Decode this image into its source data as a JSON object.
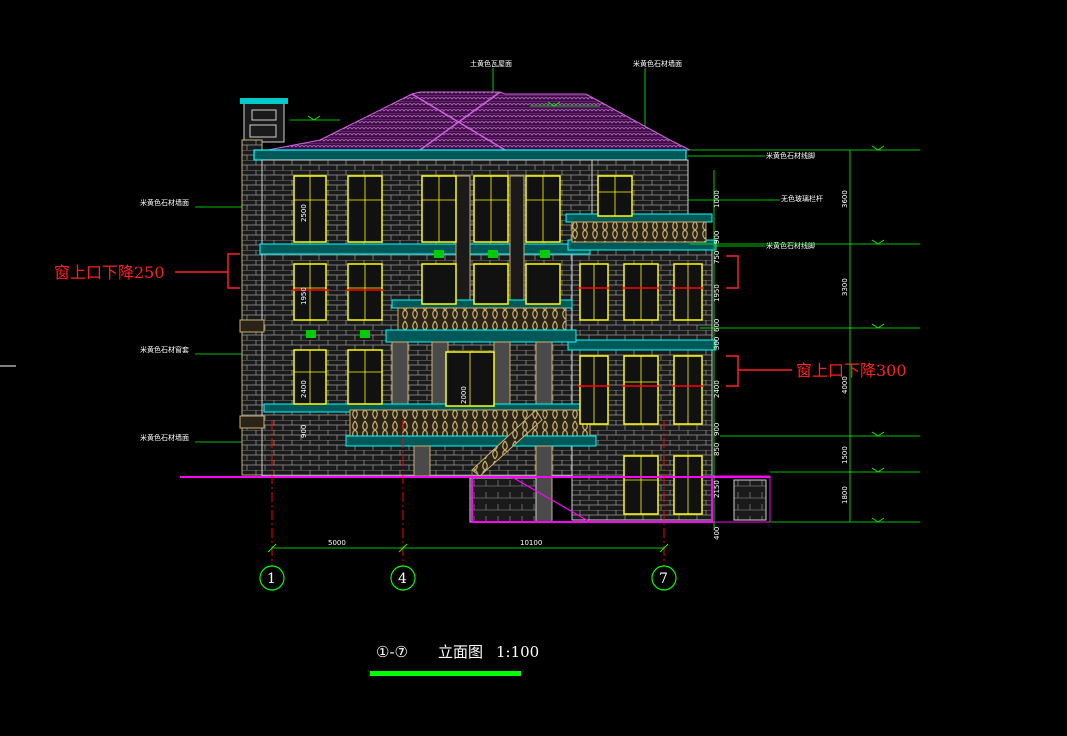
{
  "drawing": {
    "title_axes": "①-⑦",
    "title_text": "立面图",
    "title_scale": "1:100",
    "colors": {
      "background": "#000000",
      "roof": "#d060e0",
      "wall": "#b0b0b0",
      "cornice": "#00ffff",
      "window": "#ffff00",
      "dim_line": "#00ff00",
      "axis_line": "#ff0000",
      "callout": "#ff2020",
      "ground": "#ff00ff",
      "title_underline": "#00ff00"
    }
  },
  "callouts": {
    "left": "窗上口下降250",
    "right": "窗上口下降300"
  },
  "material_notes": {
    "roof": "土黄色瓦屋面",
    "top_wall": "米黄色石材墙面",
    "cornice_right": "米黄色石材线脚",
    "glass_rail": "无色玻璃栏杆",
    "cornice_right_2": "米黄色石材线脚",
    "left_wall": "米黄色石材墙面",
    "left_band": "米黄色石材窗套",
    "left_base": "米黄色石材墙面"
  },
  "dimensions": {
    "bottom": [
      "5000",
      "10100"
    ],
    "right_outer": [
      "3600",
      "3300",
      "4000",
      "1500",
      "1800"
    ],
    "right_inner": [
      "1000",
      "900",
      "750",
      "1950",
      "600",
      "300",
      "2400",
      "900",
      "850",
      "2150",
      "400"
    ],
    "window_labels": [
      "2500",
      "1950",
      "2400",
      "900",
      "2000"
    ]
  },
  "axes": [
    "1",
    "4",
    "7"
  ]
}
